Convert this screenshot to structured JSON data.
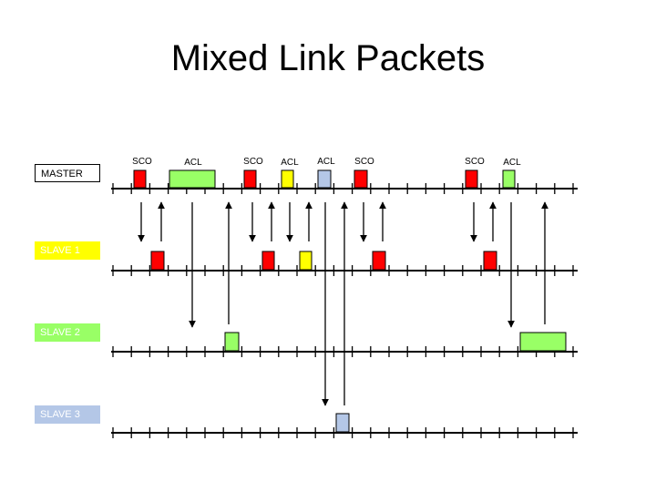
{
  "title": "Mixed Link Packets",
  "lanes": {
    "master": "MASTER",
    "slave1": "SLAVE 1",
    "slave2": "SLAVE 2",
    "slave3": "SLAVE 3"
  },
  "packet_labels": [
    "SCO",
    "ACL",
    "SCO",
    "ACL",
    "ACL",
    "SCO",
    "SCO",
    "ACL"
  ],
  "colors": {
    "sco": "#ff0000",
    "acl_slave1": "#ffff00",
    "acl_slave2": "#99ff66",
    "acl_slave3": "#b4c7e7"
  }
}
